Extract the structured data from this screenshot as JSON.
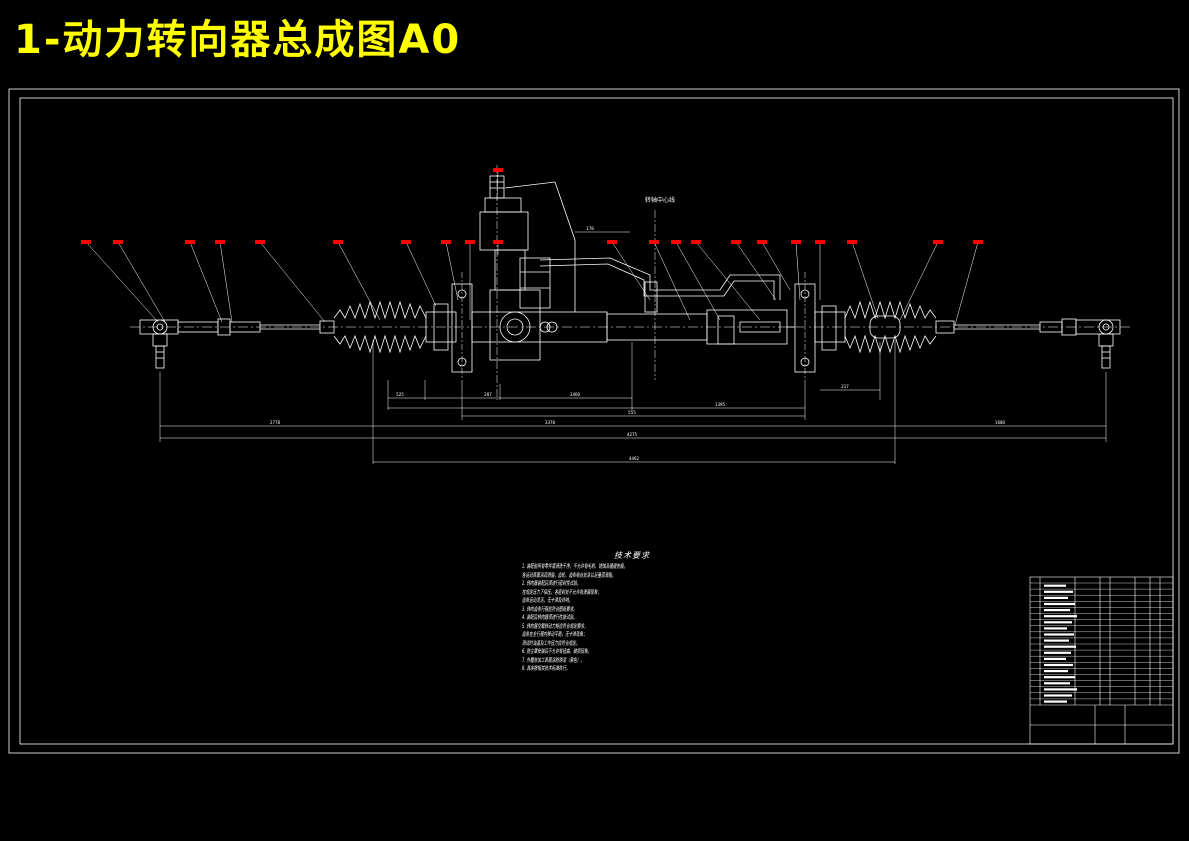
{
  "title": "1-动力转向器总成图A0",
  "colors": {
    "background": "#000000",
    "title": "#ffff00",
    "lines": "#ffffff",
    "part_markers": "#ff0000"
  },
  "drawing": {
    "axis_label": "转轴中心线",
    "balloon_count": 22,
    "dimensions": [
      "178",
      "2778",
      "525",
      "287",
      "3400",
      "217",
      "1395",
      "555",
      "3378",
      "1680",
      "4275",
      "4462"
    ]
  },
  "technical_requirements": {
    "title": "技术要求",
    "items": [
      "1. 装配前所有零件需清洗干净，不允许有毛刺、锈蚀及磕碰伤痕。",
      "   各运动表面涂润滑脂，齿轮、齿条啮合处涂以足量润滑脂。",
      "2. 转向器装配后须进行密封性试验。",
      "   在规定压力下保压，各密封处不允许有渗漏现象；",
      "   齿条运动灵活，无卡滞及异响。",
      "3. 转向齿条行程应符合图纸要求。",
      "4. 装配后转向器须进行性能试验。",
      "5. 转向器空载转动力矩应符合规定要求，",
      "   齿条在全行程内移动平稳，无卡滞现象；",
      "   测试时油温及工作压力应符合规定。",
      "6. 防尘罩安装后不允许有扭曲、破损现象。",
      "7. 外露非加工表面涂防锈漆（黑色）。",
      "8. 其余按相关技术标准执行。"
    ]
  }
}
